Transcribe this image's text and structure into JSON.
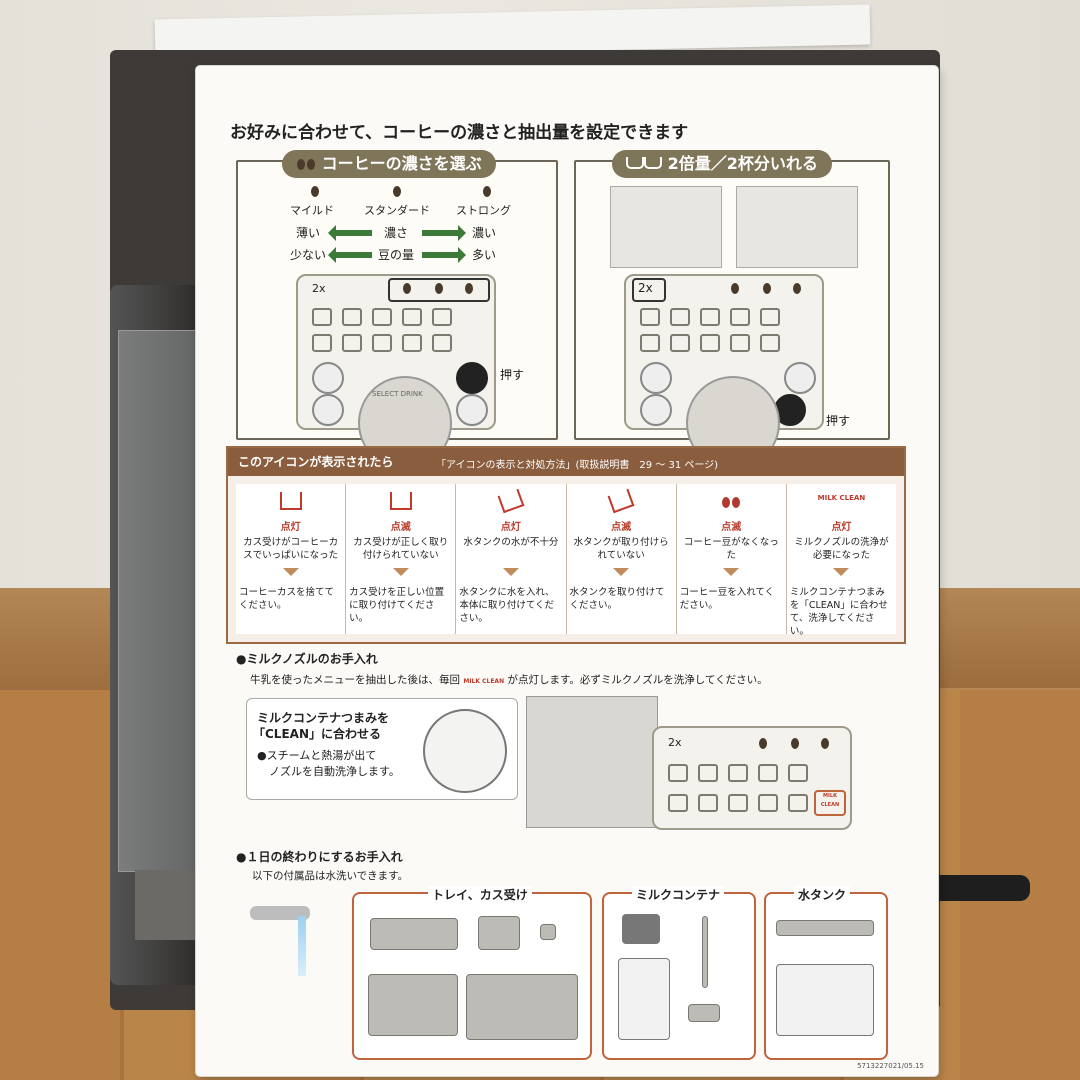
{
  "headline": "お好みに合わせて、コーヒーの濃さと抽出量を設定できます",
  "strength_panel": {
    "title": "コーヒーの濃さを選ぶ",
    "levels": [
      "マイルド",
      "スタンダード",
      "ストロング"
    ],
    "row1": {
      "left": "薄い",
      "mid": "濃さ",
      "right": "濃い"
    },
    "row2": {
      "left": "少ない",
      "mid": "豆の量",
      "right": "多い"
    },
    "press": "押す",
    "two_x": "2x",
    "dial_text": "SELECT DRINK"
  },
  "double_panel": {
    "title": "2倍量／2杯分いれる",
    "two_x": "2x",
    "press": "押す"
  },
  "warning": {
    "title": "このアイコンが表示されたら",
    "reference": "「アイコンの表示と対処方法」(取扱説明書　29 ～ 31 ページ)",
    "cells": [
      {
        "status": "点灯",
        "condition": "カス受けがコーヒーカスでいっぱいになった",
        "action": "コーヒーカスを捨ててください。"
      },
      {
        "status": "点滅",
        "condition": "カス受けが正しく取り付けられていない",
        "action": "カス受けを正しい位置に取り付けてください。"
      },
      {
        "status": "点灯",
        "condition": "水タンクの水が不十分",
        "action": "水タンクに水を入れ、本体に取り付けてください。"
      },
      {
        "status": "点滅",
        "condition": "水タンクが取り付けられていない",
        "action": "水タンクを取り付けてください。"
      },
      {
        "status": "点滅",
        "condition": "コーヒー豆がなくなった",
        "action": "コーヒー豆を入れてください。"
      },
      {
        "status": "点灯",
        "condition": "ミルクノズルの洗浄が必要になった",
        "action": "ミルクコンテナつまみを「CLEAN」に合わせて、洗浄してください。",
        "icon": "MILK CLEAN"
      }
    ]
  },
  "milk": {
    "title": "●ミルクノズルのお手入れ",
    "text_pre": "牛乳を使ったメニューを抽出した後は、毎回",
    "text_icon": "MILK CLEAN",
    "text_post": "が点灯します。必ずミルクノズルを洗浄してください。",
    "box_title_1": "ミルクコンテナつまみを",
    "box_title_2": "「CLEAN」に合わせる",
    "box_note_1": "●スチームと熱湯が出て",
    "box_note_2": "ノズルを自動洗浄します。",
    "two_x": "2x",
    "clean_btn": "MILK CLEAN"
  },
  "daily": {
    "title": "●１日の終わりにするお手入れ",
    "text": "以下の付属品は水洗いできます。",
    "groups": [
      "トレイ、カス受け",
      "ミルクコンテナ",
      "水タンク"
    ]
  },
  "footer_code": "5713227021/05.15",
  "colors": {
    "accent_olive": "#7f7558",
    "warning_brown": "#8a5d3e",
    "alert_red": "#c0392b",
    "orange_box": "#c0643d"
  }
}
